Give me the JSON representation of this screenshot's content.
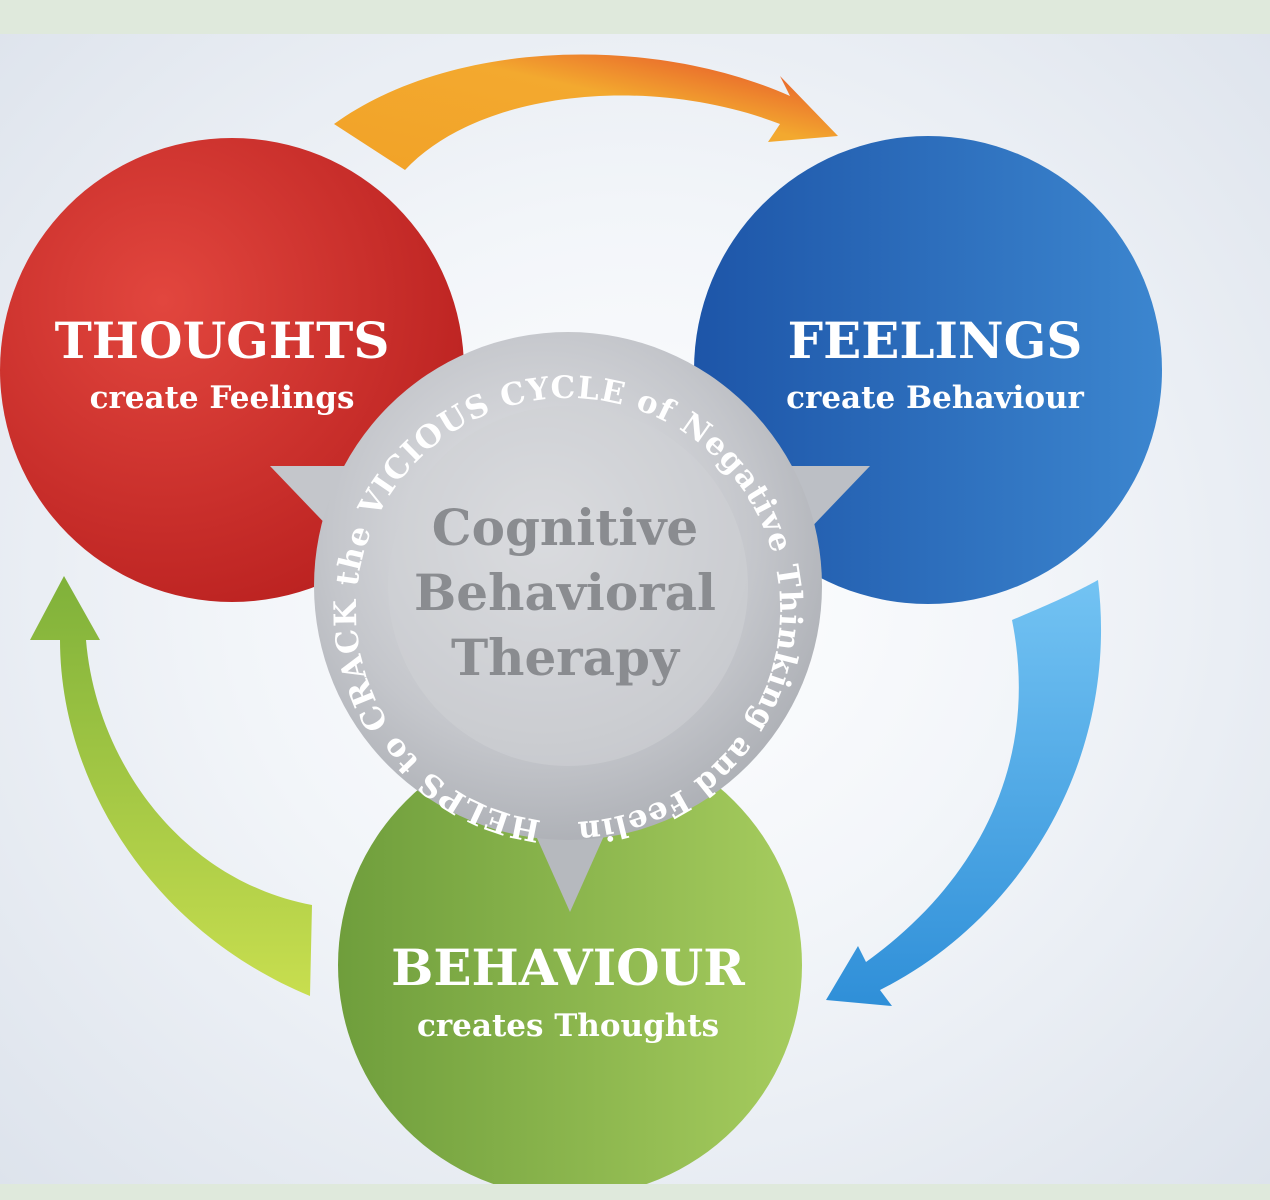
{
  "nodes": {
    "thoughts": {
      "title": "THOUGHTS",
      "subtitle": "create Feelings",
      "color": "#d3312f"
    },
    "feelings": {
      "title": "FEELINGS",
      "subtitle": "create Behaviour",
      "color": "#2a66b5"
    },
    "behaviour": {
      "title": "BEHAVIOUR",
      "subtitle": "creates Thoughts",
      "color": "#86b04a"
    }
  },
  "center": {
    "title_lines": [
      "Cognitive",
      "Behavioral",
      "Therapy"
    ],
    "ring_text": "HELPS to CRACK the VICIOUS CYCLE of Negative Thinking and Feeling",
    "color": "#b9bcc2"
  },
  "arrows": {
    "thoughts_to_feelings": {
      "color": "#f0a12b"
    },
    "feelings_to_behaviour": {
      "color": "#4fa6e4"
    },
    "behaviour_to_thoughts": {
      "color": "#a9c94c"
    }
  }
}
